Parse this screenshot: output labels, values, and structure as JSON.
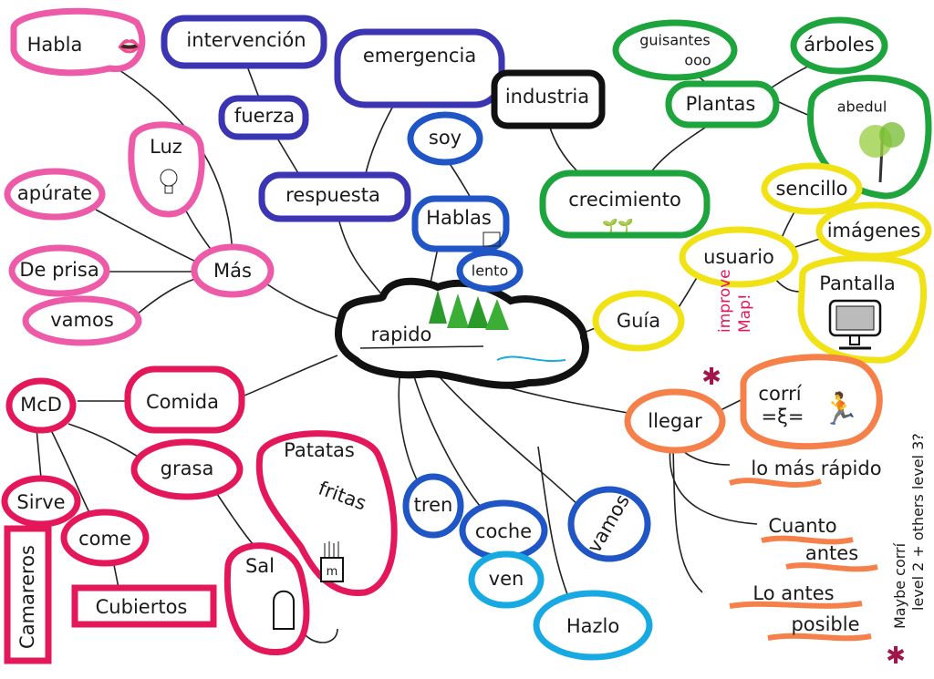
{
  "colors": {
    "pink": "#ec5aa8",
    "purple": "#3b34b3",
    "blue": "#1f55c4",
    "cyan": "#16a9e2",
    "black": "#111111",
    "green": "#1ea43c",
    "yellow": "#f0e214",
    "orange": "#f5804a",
    "red": "#e3175a"
  },
  "center": {
    "label": "rapido"
  },
  "pink": {
    "habla": "Habla",
    "mas": "Más",
    "luz": "Luz",
    "apurate": "apúrate",
    "de_prisa": "De prisa",
    "vamos": "vamos"
  },
  "purple": {
    "intervencion": "intervención",
    "fuerza": "fuerza",
    "respuesta": "respuesta",
    "emergencia": "emergencia"
  },
  "blue": {
    "soy": "soy",
    "hablas": "Hablas",
    "lento": "lento",
    "tren": "tren",
    "coche": "coche",
    "vamos": "vamos"
  },
  "cyan": {
    "ven": "ven",
    "hazlo": "Hazlo"
  },
  "black": {
    "industria": "industria"
  },
  "green": {
    "crecimiento": "crecimiento",
    "plantas": "Plantas",
    "guisantes": "guisantes",
    "arboles": "árboles",
    "abedul": "abedul"
  },
  "yellow": {
    "guia": "Guía",
    "usuario": "usuario",
    "sencillo": "sencillo",
    "imagenes": "imágenes",
    "pantalla": "Pantalla"
  },
  "orange": {
    "llegar": "llegar",
    "corri": "corrí",
    "corri_sub": "=ξ=",
    "lo_mas_rapido": "lo más rápido",
    "cuanto": "Cuanto",
    "antes": "antes",
    "lo_antes": "Lo antes",
    "posible": "posible"
  },
  "red": {
    "comida": "Comida",
    "mcd": "McD",
    "sirve": "Sirve",
    "come": "come",
    "grasa": "grasa",
    "sal": "Sal",
    "patatas": "Patatas",
    "fritas": "fritas",
    "camareros": "Camareros",
    "cubiertos": "Cubiertos",
    "fries_m": "m"
  },
  "notes": {
    "improve": "improve",
    "map": "Map!",
    "maybe_1": "Maybe corrí",
    "maybe_2": "level 2 + others level 3?"
  }
}
